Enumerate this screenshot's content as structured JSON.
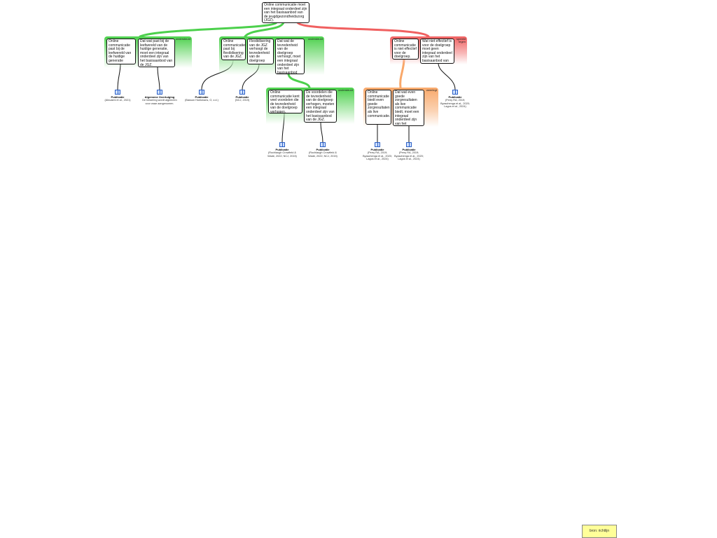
{
  "root": "Online communicatie moet een integraal onderdeel zijn van het basisaanbod van de jeugdgezondheidszorg (JGZ).",
  "groups": [
    {
      "id": "g1",
      "color": "green",
      "label": "ondersteunt",
      "boxes": [
        "Online communicatie past bij de leefwereld van de huidige generatie",
        "Dat wat past bij de leefwereld van de huidige generatie, moet een integraal onderdeel zijn van het basisaanbod van de JGZ."
      ]
    },
    {
      "id": "g2",
      "color": "green",
      "label": "ondersteunt",
      "boxes": [
        "Online communicatie past bij flexibilisering van de JGZ.",
        "Flexibilisering van de JGZ verhoogt de tevredenheid van de doelgroep",
        "Dat wat de tevredenheid van de doelgroep verhoogt, moet een integraal onderdeel zijn van het basisaanbod van de JGZ."
      ]
    },
    {
      "id": "g3",
      "color": "green",
      "label": "ondersteunt",
      "boxes": [
        "Online communicatie kent veel voordelen die de tevredenheid van de doelgroep verhogen.",
        "De voordelen die de tevredenheid van de doelgroep verhogen, moeten een integraal onderdeel zijn van het basisaanbod van de JGZ."
      ]
    },
    {
      "id": "g4",
      "color": "orange",
      "label": "weerlegt",
      "boxes": [
        "Online communicatie biedt even goede zorgresultaten als live communicatie.",
        "Dat wat even goede zorgresultaten als live communicatie biedt, moet een integraal onderdeel zijn van het basisaanbod van de JGZ."
      ]
    },
    {
      "id": "g5",
      "color": "red",
      "label": "spreekt tegen",
      "boxes": [
        "Online communicatie is niet effectief voor de doelgroep.",
        "Wat niet effectief is voor de doelgroep moet geen integraal onderdeel zijn van het basisaanbod van de JGZ."
      ]
    }
  ],
  "citations": [
    {
      "title": "Publicatie",
      "text": "(Alnuaimi et al., 2021)"
    },
    {
      "title": "Algemene Overtuiging",
      "text": "De bewering wordt algemeen voor waar aangenomen."
    },
    {
      "title": "Publicatie",
      "text": "(Basson Hoekmans, O, z.d.)"
    },
    {
      "title": "Publicatie",
      "text": "(NCJ, 2019)"
    },
    {
      "title": "Publicatie",
      "text": "(Perry RA, 2019; Byaschenga et al., 2020; Lagos et al., 2024)"
    },
    {
      "title": "Publicatie",
      "text": "(Rochlaugh Crowfield & Wade, 2022; NCJ, 2015)"
    },
    {
      "title": "Publicatie",
      "text": "(Rochlaugh Crowfield & Wade, 2022; NCJ, 2015)"
    },
    {
      "title": "Publicatie",
      "text": "(Perry RA, 2019; Byaschenga et al., 2020; Lagos et al., 2024)"
    },
    {
      "title": "Publicatie",
      "text": "(Perry RA, 2019; Byaschenga et al., 2020; Lagos et al., 2024)"
    }
  ],
  "note": "bron: richtlijn",
  "colors": {
    "support": "#4cd04c",
    "rebut": "#f9a86a",
    "oppose": "#f06060"
  }
}
